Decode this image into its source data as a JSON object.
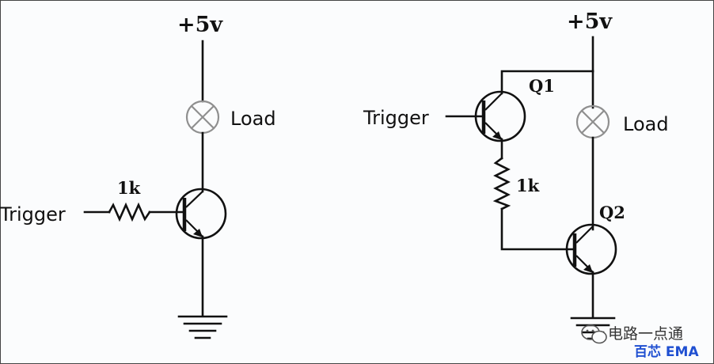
{
  "left_circuit": {
    "supply_label": "+5v",
    "load_label": "Load",
    "resistor_label": "1k",
    "trigger_label": "Trigger"
  },
  "right_circuit": {
    "supply_label": "+5v",
    "q1_label": "Q1",
    "q2_label": "Q2",
    "load_label": "Load",
    "resistor_label": "1k",
    "trigger_label": "Trigger"
  },
  "watermark": {
    "line1": "电路一点通",
    "line2": "百芯 EMA",
    "line2_color": "#1f4fd1"
  }
}
